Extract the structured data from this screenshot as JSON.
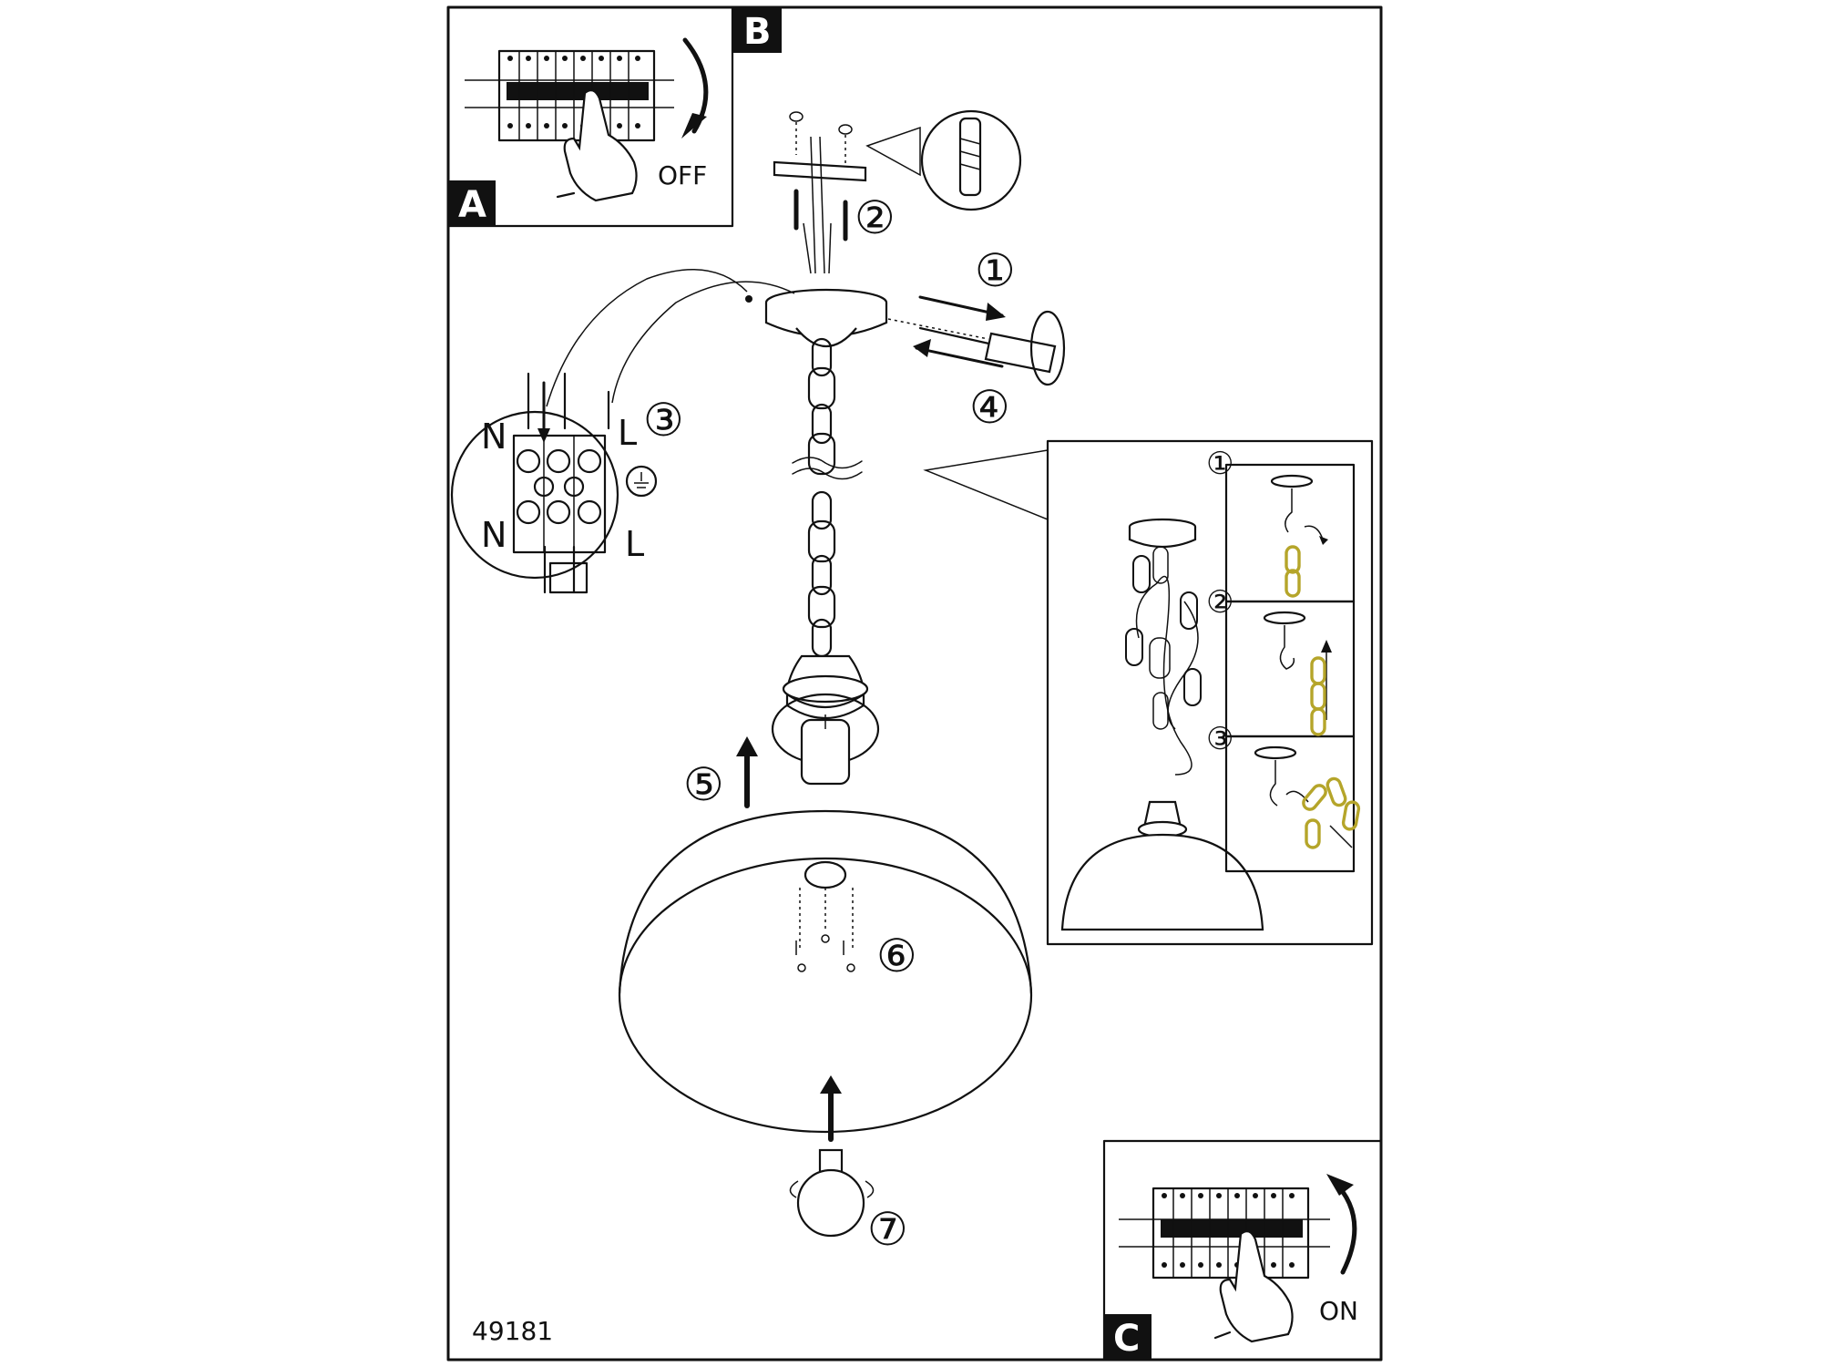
{
  "document": {
    "model_number": "49181"
  },
  "panels": {
    "a": {
      "letter": "A"
    },
    "b": {
      "letter": "B",
      "switch_state": "OFF"
    },
    "c": {
      "letter": "C",
      "switch_state": "ON"
    }
  },
  "steps": {
    "s1": "①",
    "s2": "②",
    "s3": "③",
    "s4": "④",
    "s5": "⑤",
    "s6": "⑥",
    "s7": "⑦"
  },
  "terminal_labels": {
    "top_left": "N",
    "top_right": "L",
    "bottom_left": "N",
    "bottom_right": "L"
  },
  "chain_inset_steps": {
    "i1": "①",
    "i2": "②",
    "i3": "③"
  },
  "colors": {
    "line": "#111111",
    "chain_highlight": "#b5a52a",
    "background": "#ffffff"
  }
}
